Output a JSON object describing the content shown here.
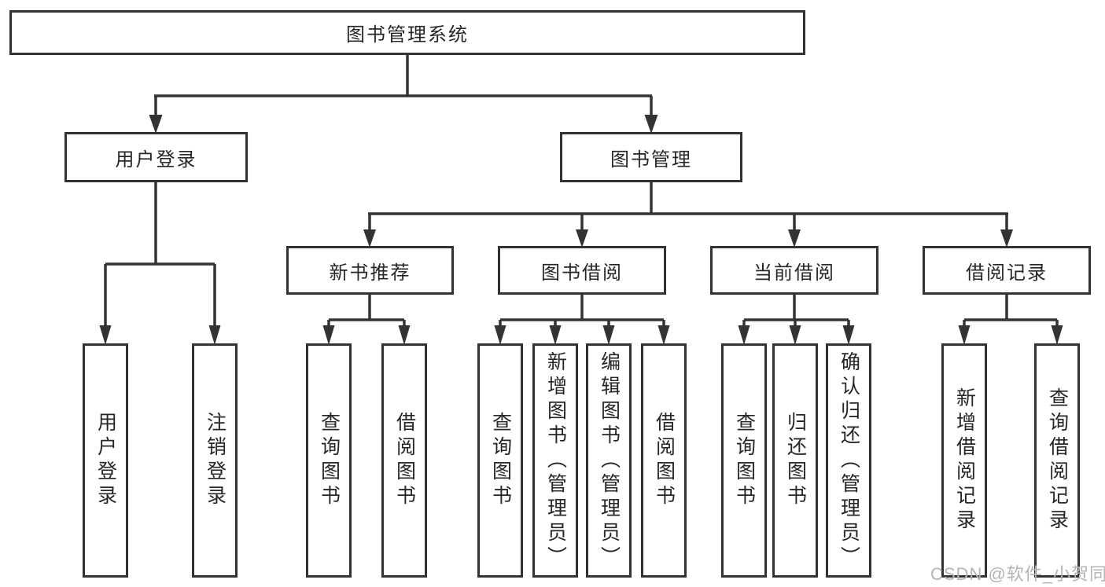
{
  "diagram_title": "图书管理系统",
  "watermark": "CSDN @软件_小贺同学",
  "colors": {
    "line": "#333333",
    "box_border": "#333333",
    "box_fill": "#ffffff",
    "text": "#262626",
    "watermark": "#b4b4b4"
  },
  "tree": {
    "label": "图书管理系统",
    "children": [
      {
        "label": "用户登录",
        "children": [
          {
            "label": "用户登录"
          },
          {
            "label": "注销登录"
          }
        ]
      },
      {
        "label": "图书管理",
        "children": [
          {
            "label": "新书推荐",
            "children": [
              {
                "label": "查询图书"
              },
              {
                "label": "借阅图书"
              }
            ]
          },
          {
            "label": "图书借阅",
            "children": [
              {
                "label": "查询图书"
              },
              {
                "label": "新增图书（管理员）"
              },
              {
                "label": "编辑图书（管理员）"
              },
              {
                "label": "借阅图书"
              }
            ]
          },
          {
            "label": "当前借阅",
            "children": [
              {
                "label": "查询图书"
              },
              {
                "label": "归还图书"
              },
              {
                "label": "确认归还（管理员）"
              }
            ]
          },
          {
            "label": "借阅记录",
            "children": [
              {
                "label": "新增借阅记录"
              },
              {
                "label": "查询借阅记录"
              }
            ]
          }
        ]
      }
    ]
  }
}
